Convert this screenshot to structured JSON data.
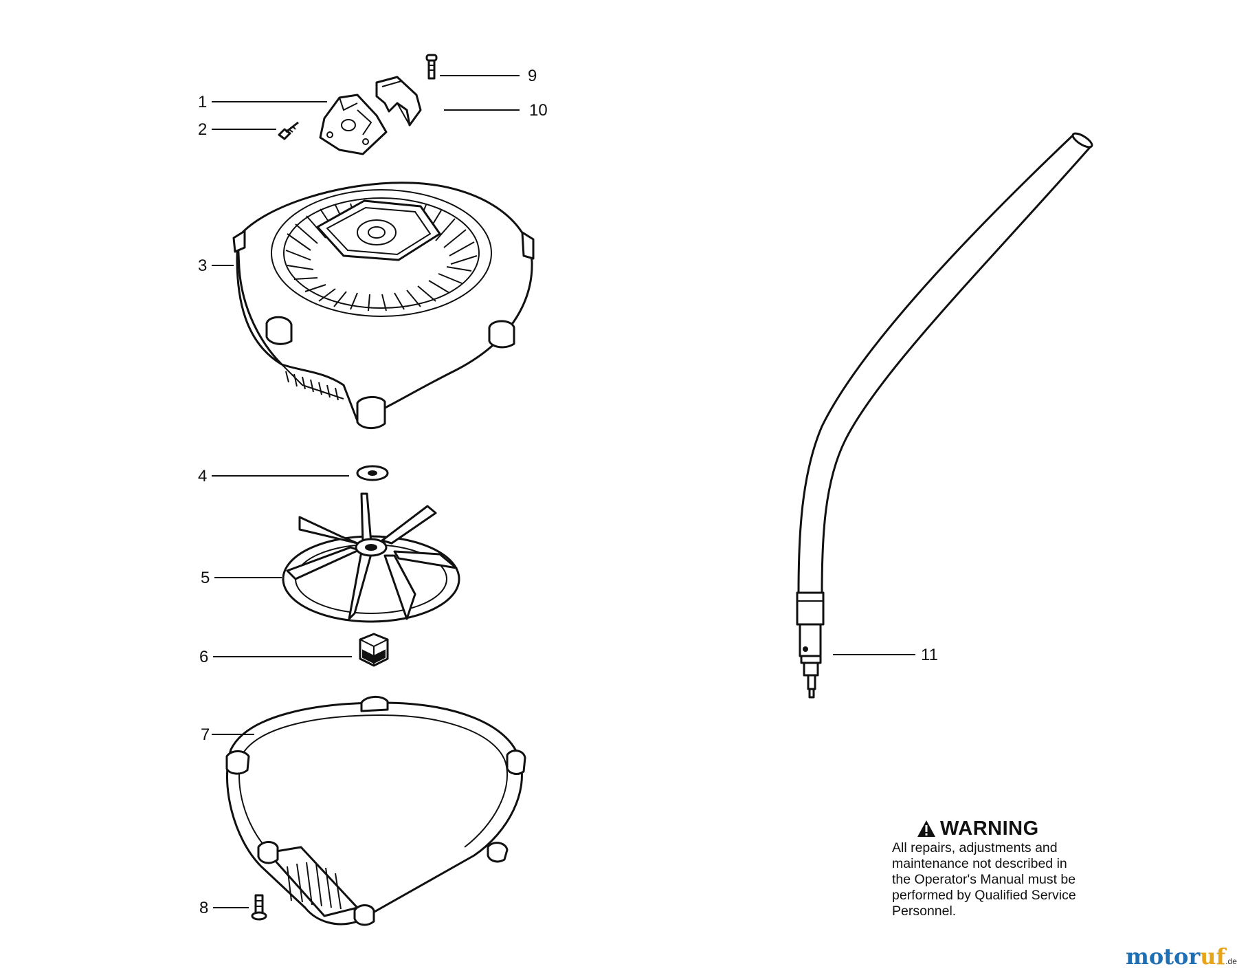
{
  "callouts": {
    "c1": "1",
    "c2": "2",
    "c3": "3",
    "c4": "4",
    "c5": "5",
    "c6": "6",
    "c7": "7",
    "c8": "8",
    "c9": "9",
    "c10": "10",
    "c11": "11"
  },
  "warning": {
    "title": "WARNING",
    "body": "All repairs, adjustments and\nmaintenance not described in\nthe Operator's Manual must be\nperformed by Qualified Service\nPersonnel."
  },
  "watermark": {
    "brand_main": "motor",
    "brand_accent": "uf",
    "tld": ".de"
  },
  "colors": {
    "ink": "#111111",
    "brand_blue": "#1f6fb5",
    "brand_orange": "#e8a317"
  }
}
